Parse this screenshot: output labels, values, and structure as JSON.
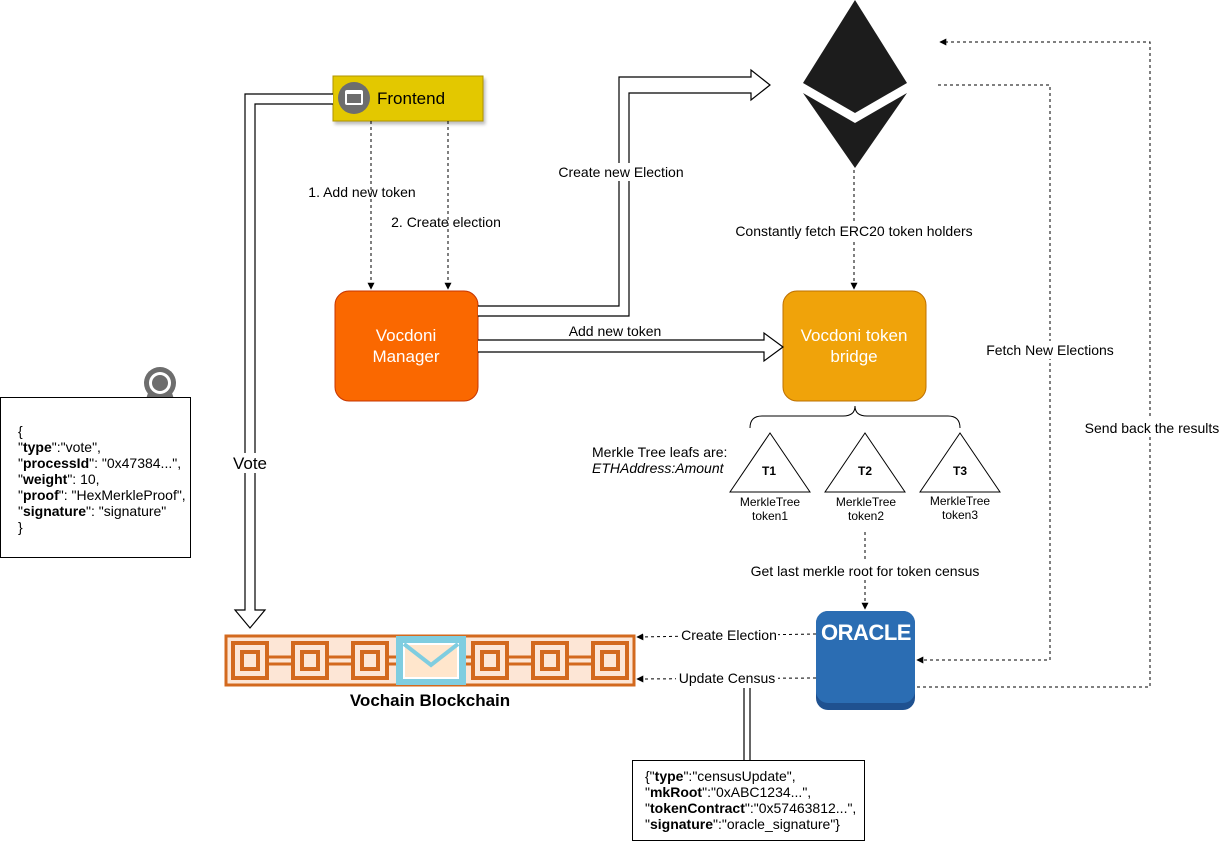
{
  "frontend": {
    "label": "Frontend"
  },
  "manager": {
    "line1": "Vocdoni",
    "line2": "Manager"
  },
  "bridge": {
    "line1": "Vocdoni token",
    "line2": "bridge"
  },
  "oracle": {
    "label": "ORACLE"
  },
  "blockchain": {
    "label": "Vochain Blockchain"
  },
  "edges": {
    "add_new_token_1": "1. Add new token",
    "create_election_2": "2. Create election",
    "create_new_election": "Create new Election",
    "add_new_token": "Add new token",
    "fetch_erc20": "Constantly fetch ERC20 token holders",
    "fetch_new_elections": "Fetch New Elections",
    "send_back_results": "Send back the results",
    "vote": "Vote",
    "get_merkle_root": "Get last merkle root for token census",
    "create_election": "Create Election",
    "update_census": "Update Census"
  },
  "merkle": {
    "intro_line1": "Merkle Tree leafs are:",
    "intro_line2": "ETHAddress:Amount",
    "trees": [
      {
        "id": "T1",
        "line1": "MerkleTree",
        "line2": "token1"
      },
      {
        "id": "T2",
        "line1": "MerkleTree",
        "line2": "token2"
      },
      {
        "id": "T3",
        "line1": "MerkleTree",
        "line2": "token3"
      }
    ]
  },
  "vote_message": {
    "open": "{",
    "close": "}",
    "rows": [
      {
        "q1": "\"",
        "key": "type",
        "rest": "\":\"vote\","
      },
      {
        "q1": "\"",
        "key": "processId",
        "rest": "\": \"0x47384...\","
      },
      {
        "q1": "\"",
        "key": "weight",
        "rest": "\": 10,"
      },
      {
        "q1": "\"",
        "key": "proof",
        "rest": "\": \"HexMerkleProof\","
      },
      {
        "q1": "\"",
        "key": "signature",
        "rest": "\": \"signature\""
      }
    ]
  },
  "census_message": {
    "rows": [
      {
        "q1": "{\"",
        "key": "type",
        "rest": "\":\"censusUpdate\","
      },
      {
        "q1": "\"",
        "key": "mkRoot",
        "rest": "\":\"0xABC1234...\","
      },
      {
        "q1": "\"",
        "key": "tokenContract",
        "rest": "\":\"0x57463812...\","
      },
      {
        "q1": "\"",
        "key": "signature",
        "rest": "\":\"oracle_signature\"}"
      }
    ]
  },
  "icons": {
    "ethereum": "ethereum-logo-icon",
    "frontend": "browser-window-icon",
    "certificate": "certificate-ribbon-icon",
    "envelope": "envelope-icon"
  },
  "colors": {
    "frontend_fill": "#e3c800",
    "manager_fill": "#fa6800",
    "bridge_fill": "#f0a30a",
    "oracle_fill": "#2b6db3",
    "chain_orange": "#d3691e",
    "chain_fill": "#fde6d6",
    "envelope_blue": "#7fcde0"
  }
}
